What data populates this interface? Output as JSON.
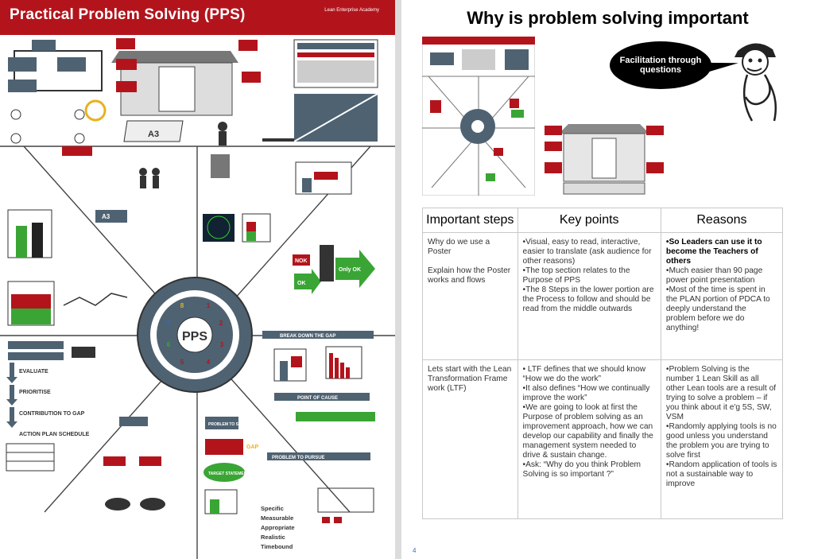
{
  "poster": {
    "title": "Practical Problem Solving (PPS)",
    "logo": "Lean Enterprise Academy",
    "hub": "PPS",
    "step_numbers": [
      "1",
      "2",
      "3",
      "4",
      "5",
      "6",
      "7",
      "8"
    ],
    "labels": {
      "a3": "A3",
      "ok": "OK",
      "nok": "NOK",
      "only_ok": "Only OK",
      "gap": "GAP",
      "evaluate": "EVALUATE",
      "prioritise": "PRIORITISE",
      "contribution": "CONTRIBUTION TO GAP",
      "action_plan": "ACTION PLAN SCHEDULE",
      "break_down": "BREAK DOWN THE GAP",
      "point_of_cause": "POINT OF CAUSE",
      "problem_to_solve": "PROBLEM TO SOLVE",
      "problem_to_pursue": "PROBLEM TO PURSUE",
      "target_statement": "TARGET STATEMENT",
      "smart": [
        "Specific",
        "Measurable",
        "Appropriate",
        "Realistic",
        "Timebound"
      ]
    }
  },
  "slide": {
    "title": "Why is problem solving important",
    "bubble": "Facilitation through questions",
    "page_number": "4",
    "table": {
      "headers": [
        "Important steps",
        "Key points",
        "Reasons"
      ],
      "rows": [
        {
          "step": [
            "Why do we use a Poster",
            "Explain how the Poster works and flows"
          ],
          "points": [
            "•Visual, easy to read, interactive, easier to translate (ask audience for other reasons)",
            "•The top section relates to the Purpose of PPS",
            "•The 8 Steps in the lower portion are the Process to follow and should be read from the middle outwards"
          ],
          "reasons_bold": "•So Leaders can use it to become the Teachers of others",
          "reasons": [
            "•Much easier than 90 page power point presentation",
            "•Most of the time is spent in the PLAN portion of PDCA to deeply understand the problem before we do anything!"
          ]
        },
        {
          "step": [
            "Lets start with the Lean Transformation Frame work (LTF)"
          ],
          "points": [
            "• LTF defines that we should know “How we do the work”",
            "•It also defines “How we continually improve the work”",
            "•We are going to look at first the Purpose of problem solving as an improvement approach, how we can develop our capability and finally the management system needed to drive & sustain change.",
            "•Ask: “Why do you think Problem Solving is so important ?”"
          ],
          "reasons": [
            "•Problem Solving is the number 1 Lean Skill as all other Lean tools are a result of trying to solve a problem – if you think about it e'g 5S, SW, VSM",
            "•Randomly applying tools is no good unless you understand the problem you are trying to solve first",
            "•Random application of tools is not a sustainable way to improve"
          ]
        }
      ]
    }
  },
  "colors": {
    "brand_red": "#b3141c",
    "poster_slate": "#4e6272",
    "ok_green": "#3aa535"
  }
}
